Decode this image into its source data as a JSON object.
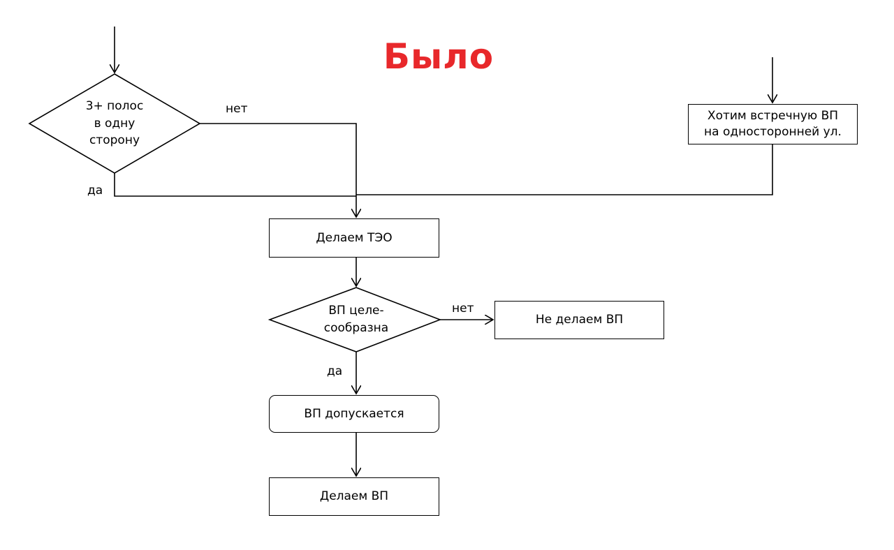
{
  "title": "Было",
  "nodes": {
    "lanes_decision": [
      "3+ полос",
      "в одну",
      "сторону"
    ],
    "oneway_request": [
      "Хотим встречную ВП",
      "на односторонней ул."
    ],
    "feasibility_study": "Делаем ТЭО",
    "expedient_decision": [
      "ВП целе-",
      "сообразна"
    ],
    "no_lane": "Не делаем ВП",
    "lane_allowed": "ВП допускается",
    "make_lane": "Делаем ВП"
  },
  "edge_labels": {
    "lanes_no": "нет",
    "lanes_yes": "да",
    "expedient_no": "нет",
    "expedient_yes": "да"
  },
  "colors": {
    "title": "#e8282b",
    "stroke": "#000000",
    "background": "#ffffff"
  }
}
